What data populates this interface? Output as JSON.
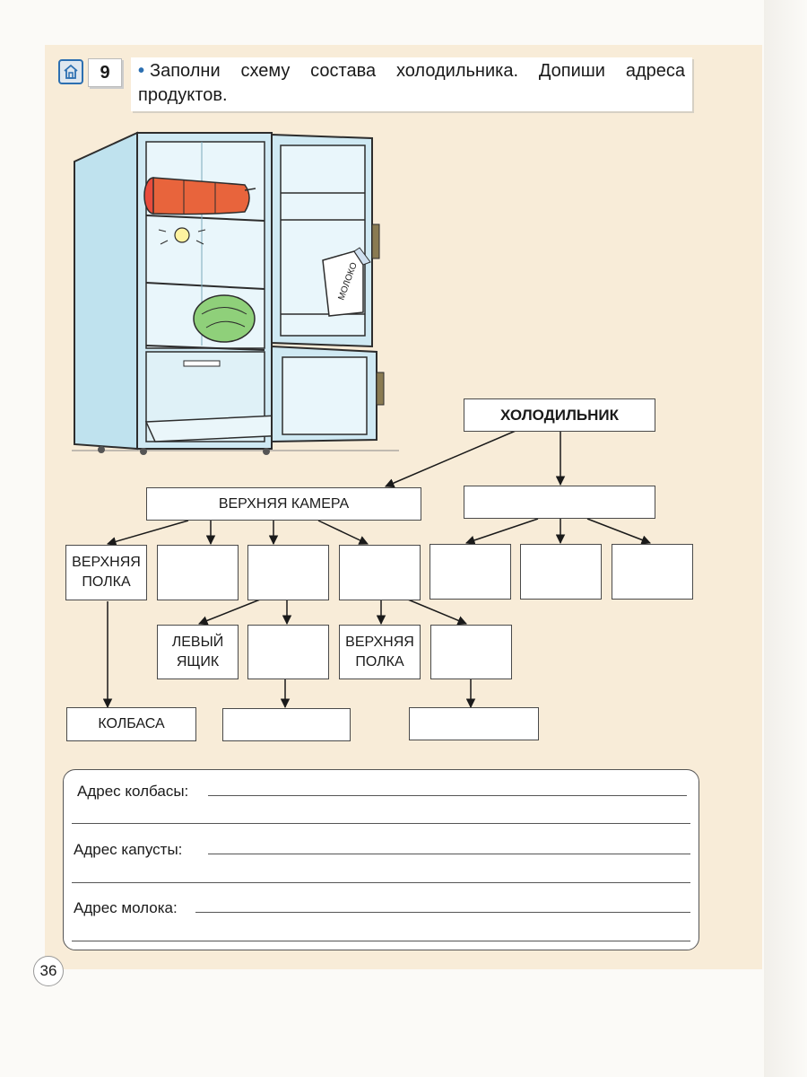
{
  "task": {
    "number": "9",
    "icon": "house-icon",
    "instruction": "Заполни схему состава холодильника. Допиши адреса продуктов."
  },
  "illustration": {
    "milk_label": "МОЛОКО"
  },
  "scheme": {
    "root": "ХОЛОДИЛЬНИК",
    "level1": [
      "ВЕРХНЯЯ КАМЕРА",
      ""
    ],
    "level2": [
      "ВЕРХНЯЯ ПОЛКА",
      "",
      "",
      "",
      "",
      "",
      ""
    ],
    "level3": [
      "ЛЕВЫЙ ЯЩИК",
      "",
      "ВЕРХНЯЯ ПОЛКА",
      ""
    ],
    "level4": [
      "КОЛБАСА",
      "",
      ""
    ]
  },
  "addresses": {
    "sausage_label": "Адрес колбасы:",
    "cabbage_label": "Адрес капусты:",
    "milk_label": "Адрес молока:"
  },
  "page_number": "36",
  "colors": {
    "page_tint": "#f8ecd8",
    "accent_blue": "#2c6fb1",
    "fridge_blue": "#cfe9f3"
  }
}
